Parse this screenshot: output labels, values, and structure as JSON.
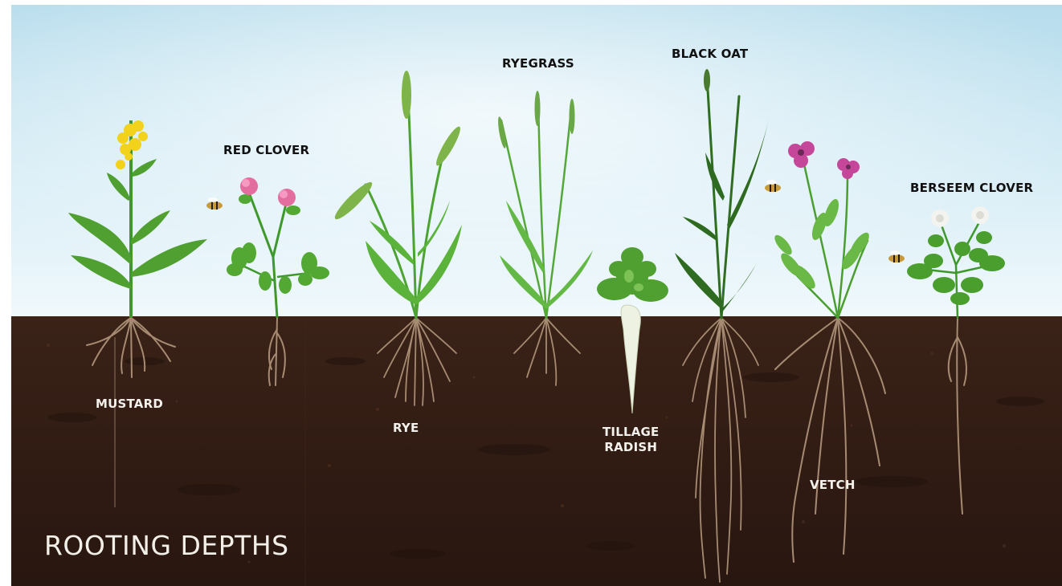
{
  "title": "ROOTING DEPTHS",
  "colors": {
    "sky_top": "#b8dded",
    "sky_bottom": "#eef7fb",
    "soil": "#2e1a12",
    "root": "#a58b73",
    "stem": "#3f9a2e",
    "leaf": "#5cae3a",
    "mustard_flower": "#f2d31b",
    "red_clover_flower": "#e36fa0",
    "vetch_flower": "#c4479a",
    "berseem_flower": "#f3f3f0",
    "radish_root": "#eef2e2",
    "bee": "#c79a3c"
  },
  "plants": [
    {
      "id": "mustard",
      "label": "MUSTARD"
    },
    {
      "id": "red_clover",
      "label": "RED CLOVER"
    },
    {
      "id": "rye",
      "label": "RYE"
    },
    {
      "id": "ryegrass",
      "label": "RYEGRASS"
    },
    {
      "id": "tillage_radish",
      "label_lines": [
        "TILLAGE",
        "RADISH"
      ]
    },
    {
      "id": "black_oat",
      "label": "BLACK OAT"
    },
    {
      "id": "vetch",
      "label": "VETCH"
    },
    {
      "id": "berseem_clover",
      "label": "BERSEEM CLOVER"
    }
  ],
  "icons": [
    "bee-icon",
    "flower-icon",
    "leaf-icon",
    "root-icon"
  ]
}
